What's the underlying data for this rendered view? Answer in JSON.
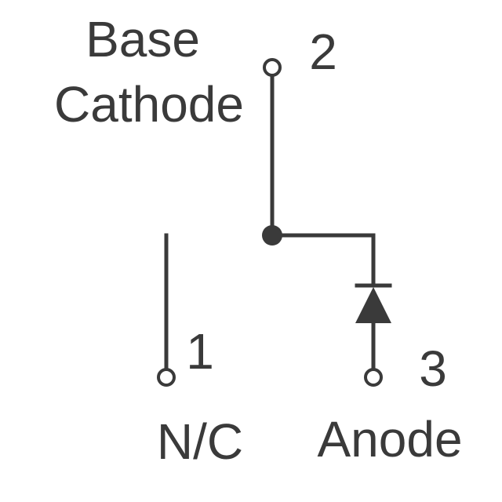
{
  "labels": {
    "base": "Base",
    "cathode": "Cathode",
    "pin2": "2",
    "pin1": "1",
    "pin3": "3",
    "nc": "N/C",
    "anode": "Anode"
  },
  "colors": {
    "ink": "#3a3a3a",
    "background": "#ffffff"
  }
}
